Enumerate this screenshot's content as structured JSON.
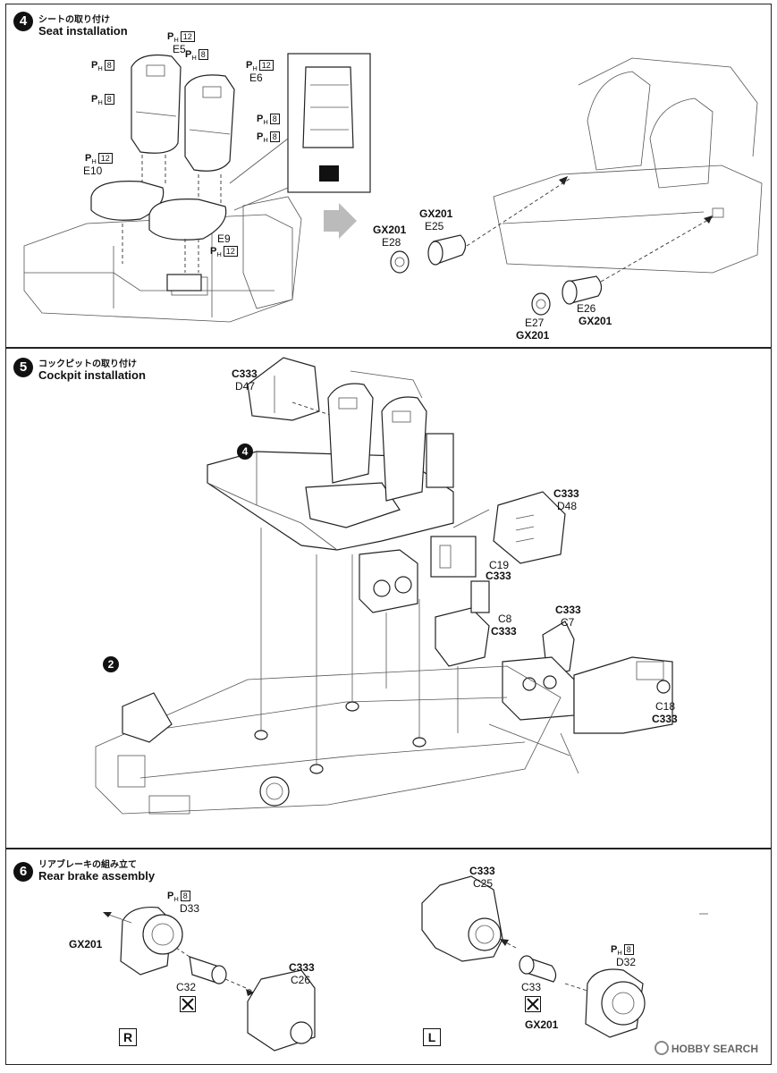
{
  "steps": [
    {
      "num": "4",
      "title_jp": "シートの取り付け",
      "title_en": "Seat installation"
    },
    {
      "num": "5",
      "title_jp": "コックピットの取り付け",
      "title_en": "Cockpit installation"
    },
    {
      "num": "6",
      "title_jp": "リアブレーキの組み立て",
      "title_en": "Rear brake assembly"
    }
  ],
  "paint": {
    "p": "P",
    "h": "H",
    "c12": "12",
    "c8": "8"
  },
  "step4": {
    "parts": {
      "e5": "E5",
      "e6": "E6",
      "e10": "E10",
      "e9": "E9",
      "e25": "E25",
      "e28": "E28",
      "e26": "E26",
      "e27": "E27"
    },
    "gx201": "GX201"
  },
  "step5": {
    "callout_4": "4",
    "callout_2": "2",
    "parts": {
      "d47": "D47",
      "d48": "D48",
      "c19": "C19",
      "c8": "C8",
      "c7": "C7",
      "c18": "C18"
    },
    "c333": "C333"
  },
  "step6": {
    "parts": {
      "d33": "D33",
      "c26": "C26",
      "c32": "C32",
      "c25": "C25",
      "c33": "C33",
      "d32": "D32"
    },
    "gx201": "GX201",
    "c333": "C333",
    "side_r": "R",
    "side_l": "L"
  },
  "watermark": "HOBBY SEARCH"
}
